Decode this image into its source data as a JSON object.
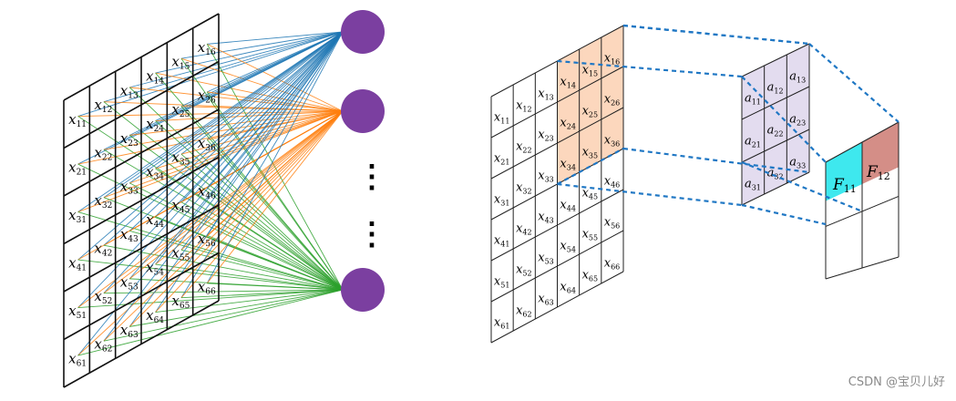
{
  "left": {
    "rows": 6,
    "cols": 6,
    "var": "x",
    "neuron_color": "#7b3fa0",
    "edge_colors": [
      "#1f77b4",
      "#ff7f0e",
      "#2ca02c"
    ],
    "ellipsis": "⋮"
  },
  "right": {
    "input_var": "x",
    "input_rows": 6,
    "input_cols": 6,
    "highlight_color": "#fcd7bd",
    "kernel_var": "a",
    "kernel_size": 3,
    "kernel_color": "#e3dcef",
    "output": {
      "f11": "F",
      "f11_sub": "11",
      "f12": "F",
      "f12_sub": "12",
      "f11_color": "#3ee8ee",
      "f12_color": "#d48e87"
    },
    "dash_color": "#1f77c4"
  },
  "watermark": "CSDN @宝贝儿好"
}
